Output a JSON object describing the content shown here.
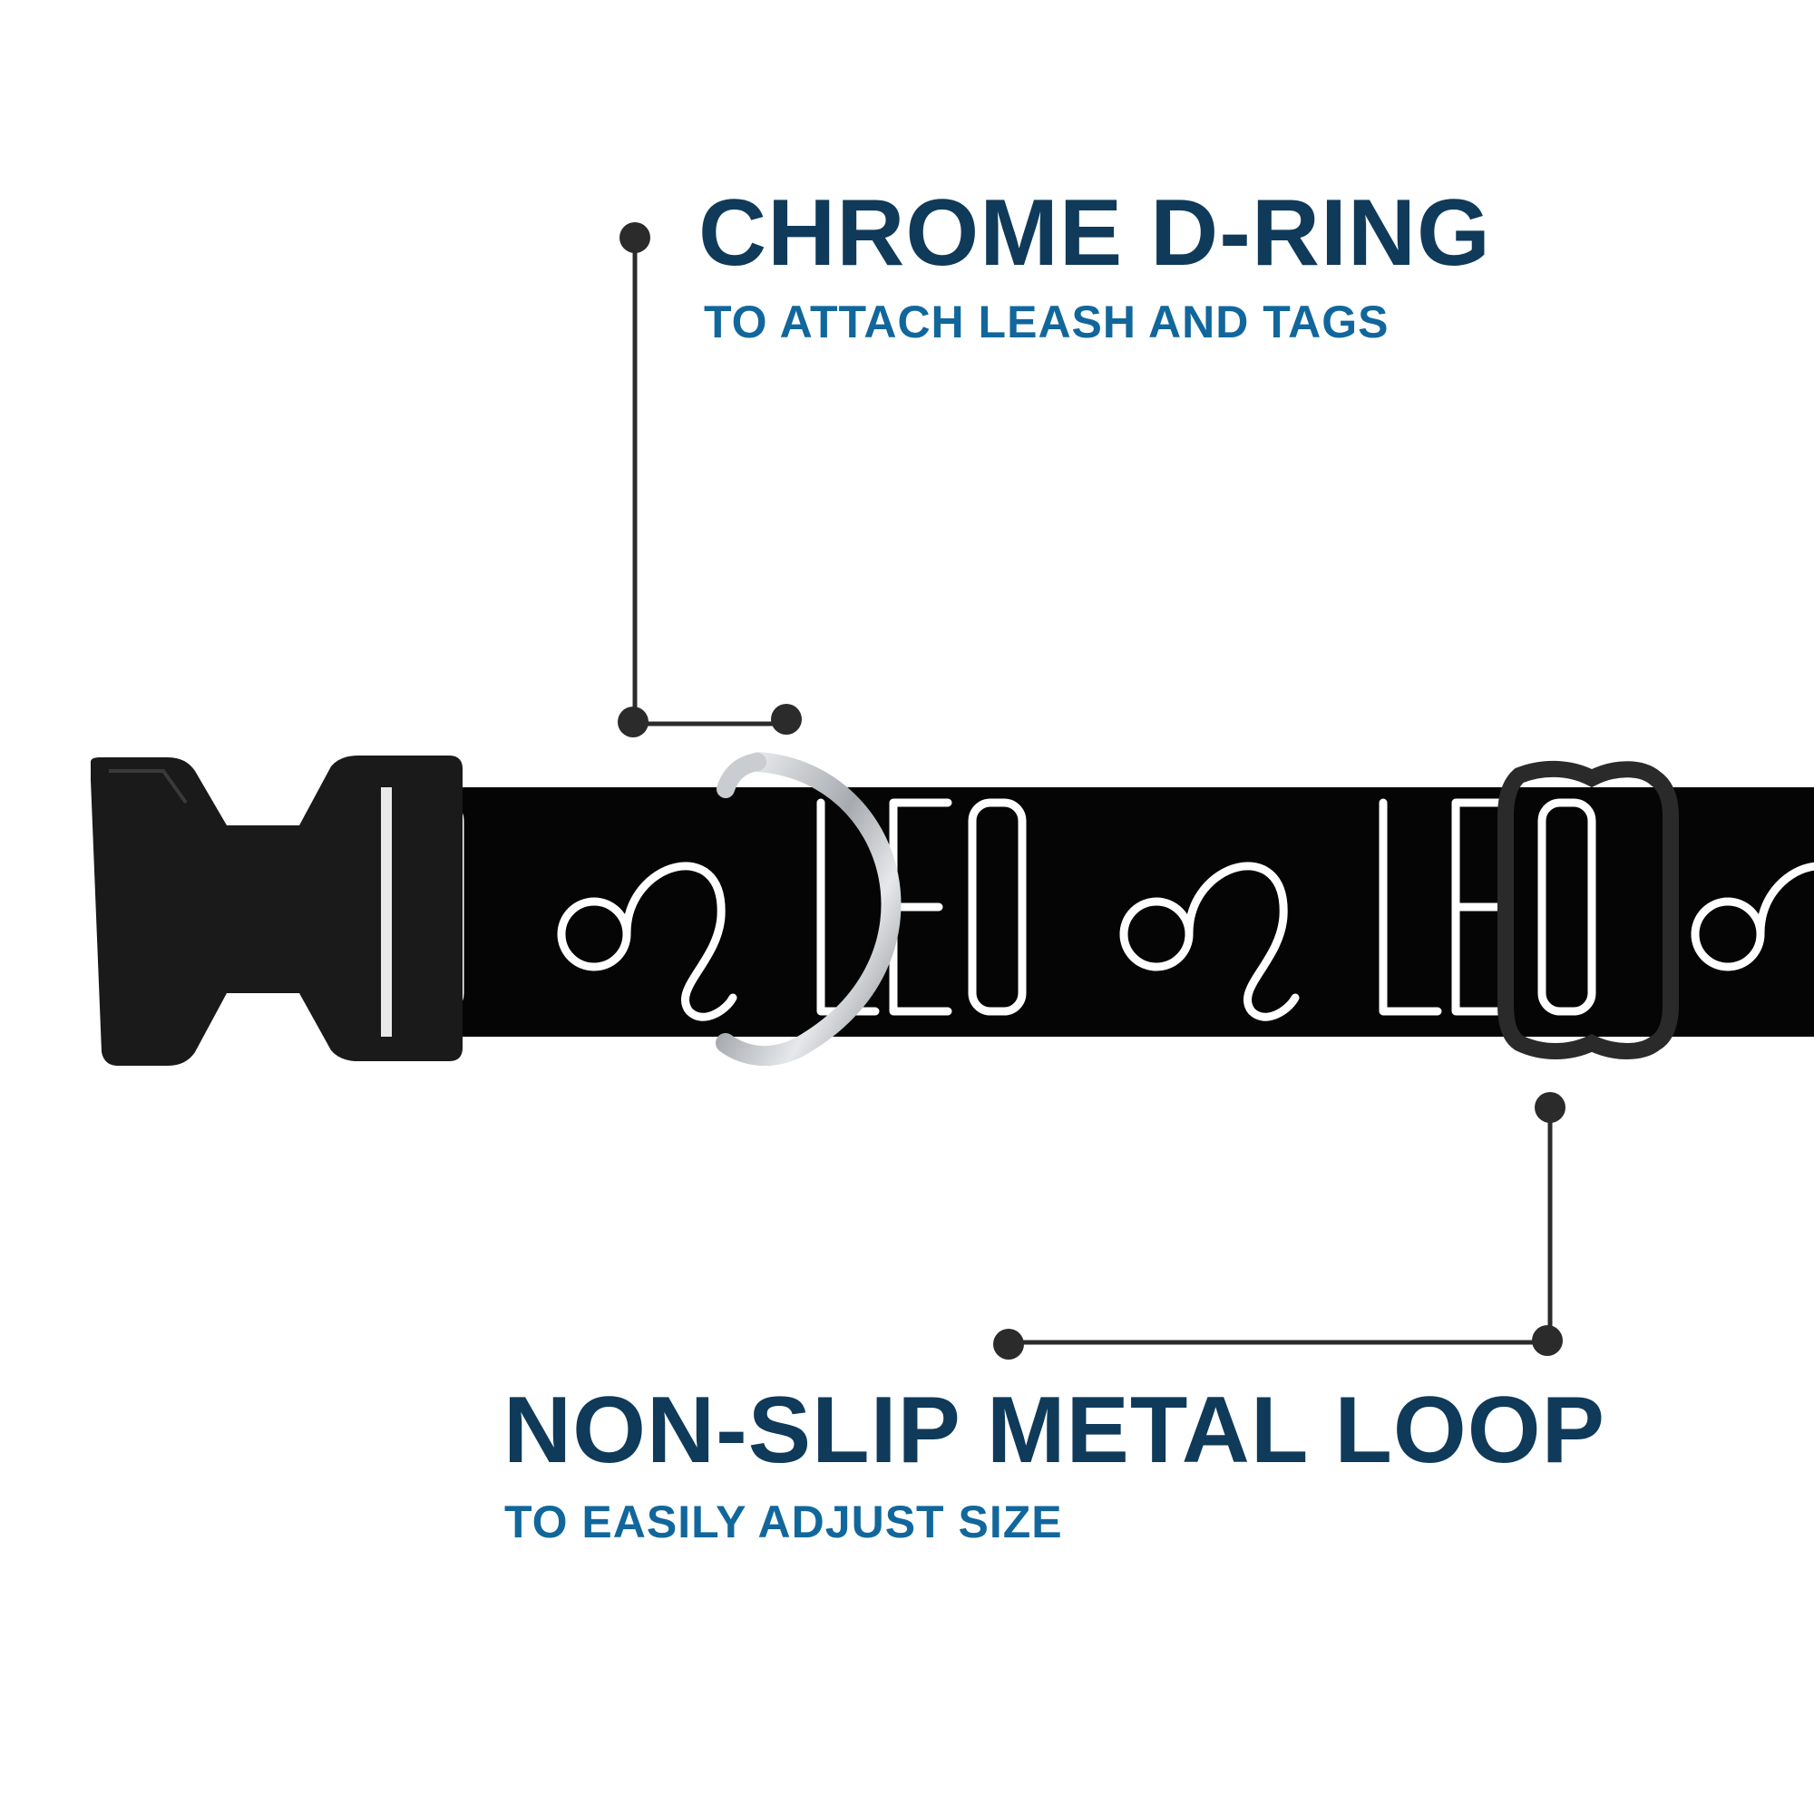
{
  "colors": {
    "title": "#0f3a5a",
    "subtitle": "#11679c",
    "callout_line": "#2b2b2b",
    "collar": "#050505",
    "print": "#ffffff",
    "buckle": "#1a1a1a",
    "chrome": "#b9bcc0"
  },
  "callouts": {
    "d_ring": {
      "title": "CHROME D-RING",
      "subtitle": "TO ATTACH LEASH AND TAGS"
    },
    "metal_loop": {
      "title": "NON-SLIP METAL LOOP",
      "subtitle": "TO EASILY ADJUST SIZE"
    }
  },
  "collar_print": {
    "word": "LEO",
    "symbol": "leo-zodiac-icon"
  }
}
